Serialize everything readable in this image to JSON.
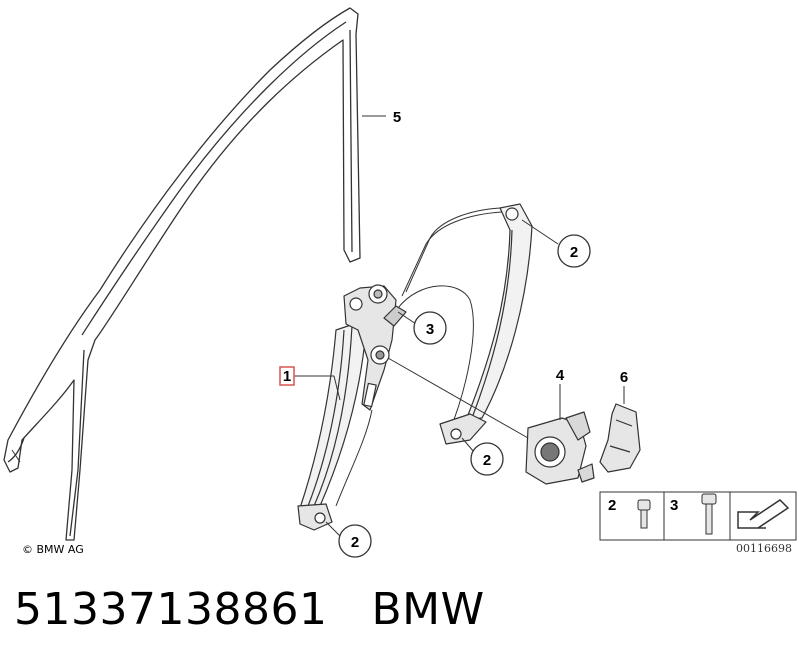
{
  "callouts": [
    {
      "id": "c1",
      "label": "1"
    },
    {
      "id": "c2a",
      "label": "2"
    },
    {
      "id": "c2b",
      "label": "2"
    },
    {
      "id": "c2c",
      "label": "2"
    },
    {
      "id": "c3",
      "label": "3"
    },
    {
      "id": "c4",
      "label": "4"
    },
    {
      "id": "c5",
      "label": "5"
    },
    {
      "id": "c6",
      "label": "6"
    }
  ],
  "fastener_table": {
    "items": [
      {
        "label": "2",
        "icon": "short-bolt-icon"
      },
      {
        "label": "3",
        "icon": "long-bolt-icon"
      }
    ],
    "arrow_icon": "pointer-arrow-icon"
  },
  "copyright": "© BMW AG",
  "reference_number": "00116698",
  "caption": {
    "part_number": "51337138861",
    "brand": "BMW"
  },
  "colors": {
    "line": "#333333",
    "highlight_box": "#d9534f",
    "fill_light": "#f2f2f2",
    "fill_mid": "#d9d9d9"
  }
}
